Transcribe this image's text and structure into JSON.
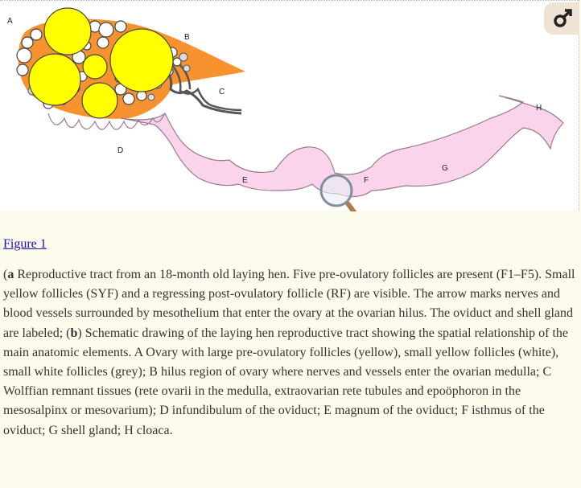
{
  "figure": {
    "panel_label": "A",
    "part_labels": {
      "B": "B",
      "C": "C",
      "D": "D",
      "E": "E",
      "F": "F",
      "G": "G",
      "H": "H"
    },
    "icons": {
      "zoom": "magnifier-icon",
      "gender": "male-symbol-icon"
    },
    "colors": {
      "tract": "#f9d4ea",
      "tract_outline": "#9a7a8e",
      "follicle_large": "#ffff00",
      "follicle_orange": "#f7922f",
      "nerve_grey": "#555555"
    }
  },
  "link": {
    "text": "Figure 1"
  },
  "caption": {
    "a_letter": "a",
    "a_text": " Reproductive tract from an 18-month old laying hen. Five pre-ovulatory follicles are present (F1–F5). Small yellow follicles (SYF) and a regressing post-ovulatory follicle (RF) are visible. The arrow marks nerves and blood vessels surrounded by mesothelium that enter the ovary at the ovarian hilus. The oviduct and shell gland are labeled; (",
    "b_letter": "b",
    "b_text": ") Schematic drawing of the laying hen reproductive tract showing the spatial relationship of the main anatomic elements. A Ovary with large pre-ovulatory follicles (yellow), small yellow follicles (white), small white follicles (grey); B hilus region of ovary where nerves and vessels enter the ovarian medulla; C Wolffian remnant tissues (rete ovarii in the medulla, extraovarian rete tubules and epoöphoron in the mesosalpinx or mesovarium); D infundibulum of the oviduct; E magnum of the oviduct; F isthmus of the oviduct; G shell gland; H cloaca."
  }
}
